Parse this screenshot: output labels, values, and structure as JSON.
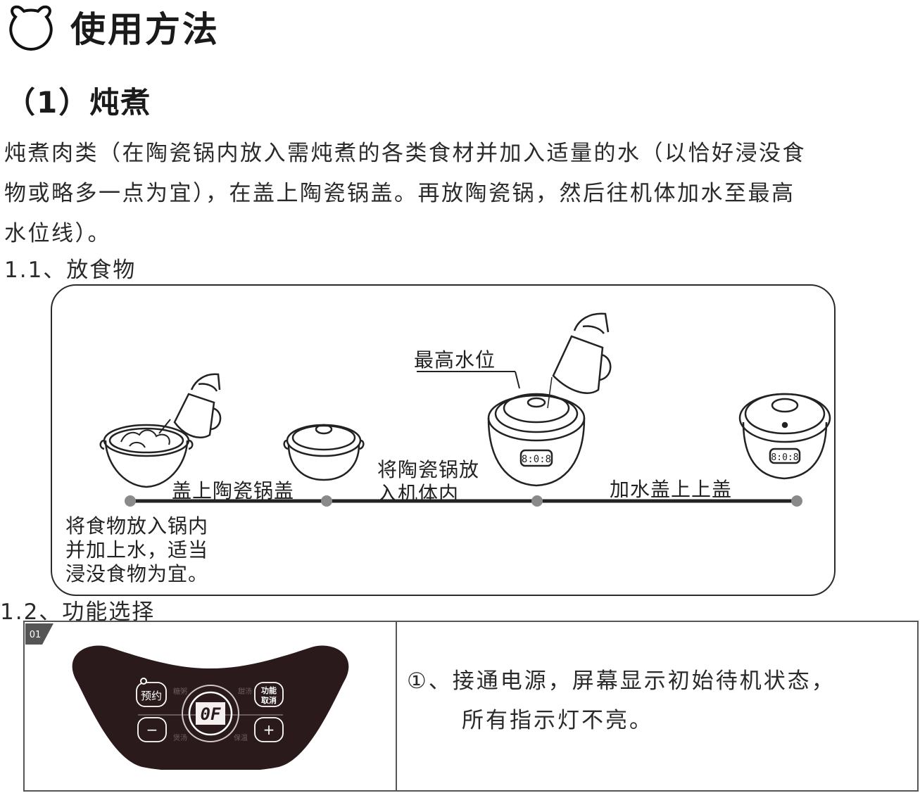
{
  "heading": {
    "title": "使用方法",
    "icon": "bear-head-icon"
  },
  "section": {
    "subtitle": "（1）炖煮",
    "paragraph_lines": [
      "炖煮肉类（在陶瓷锅内放入需炖煮的各类食材并加入适量的水（以恰好浸没食",
      "物或略多一点为宜），在盖上陶瓷锅盖。再放陶瓷锅，然后往机体加水至最高",
      "水位线）。"
    ]
  },
  "step1": {
    "label": "1.1、放食物",
    "max_water_label": "最高水位",
    "stage_labels": {
      "cover_lid": "盖上陶瓷锅盖",
      "put_in_body_line1": "将陶瓷锅放",
      "put_in_body_line2": "入机体内",
      "add_water": "加水盖上上盖"
    },
    "note_lines": [
      "将食物放入锅内",
      "并加上水，适当",
      "浸没食物为宜。"
    ]
  },
  "step2": {
    "label": "1.2、功能选择",
    "tag": "01",
    "panel": {
      "reserve_button": "预约",
      "function_cancel_line1": "功能",
      "function_cancel_line2": "取消",
      "minus_button": "−",
      "plus_button": "+",
      "display": "0F",
      "faint_labels": [
        "糖粥",
        "甜汤",
        "煲汤",
        "保温"
      ]
    },
    "description_lines": [
      "①、接通电源，屏幕显示初始待机状态，",
      "所有指示灯不亮。"
    ]
  },
  "colors": {
    "panel_bg": "#2a1a1c",
    "text": "#1a1a1a",
    "line": "#2b2b2b",
    "dot": "#8a8a8a"
  }
}
